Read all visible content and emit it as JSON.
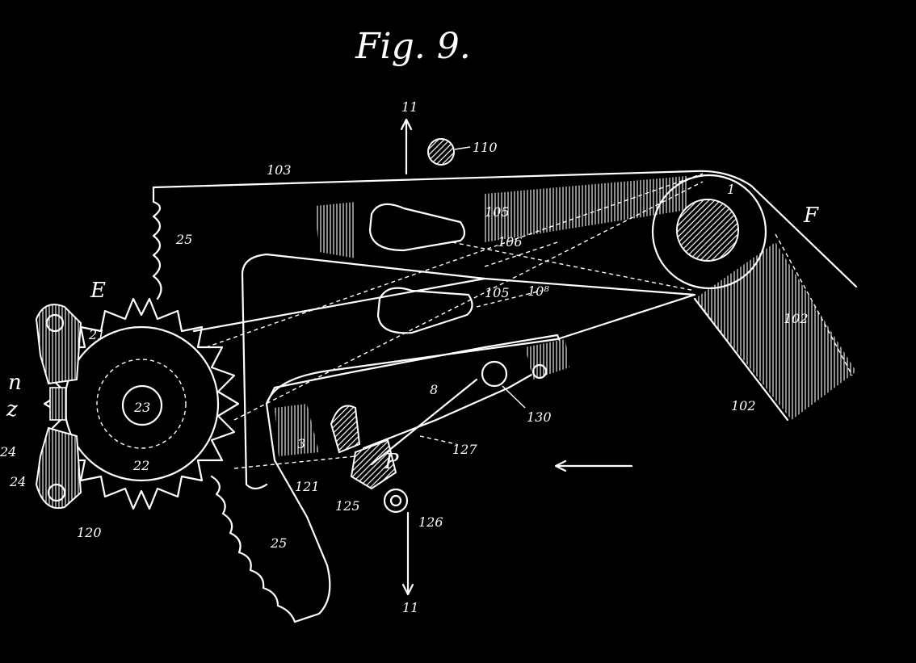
{
  "title": "Fig. 9.",
  "labels": {
    "l110": "110",
    "l103": "103",
    "l11_top": "11",
    "l11_bottom": "11",
    "l1": "1",
    "lF": "F",
    "l25_top": "25",
    "l25_bottom": "25",
    "l102_a": "102",
    "l102_b": "102",
    "l105": "105",
    "l106": "106",
    "l105b": "105",
    "l108": "10⁸",
    "lE": "E",
    "l21": "21",
    "l23": "23",
    "l22": "22",
    "ln": "n",
    "lz": "z",
    "l24_a": "24",
    "l24_b": "24",
    "l120": "120",
    "l121": "121",
    "l3": "3",
    "l8": "8",
    "l130": "130",
    "l127": "127",
    "lP": "P",
    "l125": "125",
    "l126": "126"
  }
}
